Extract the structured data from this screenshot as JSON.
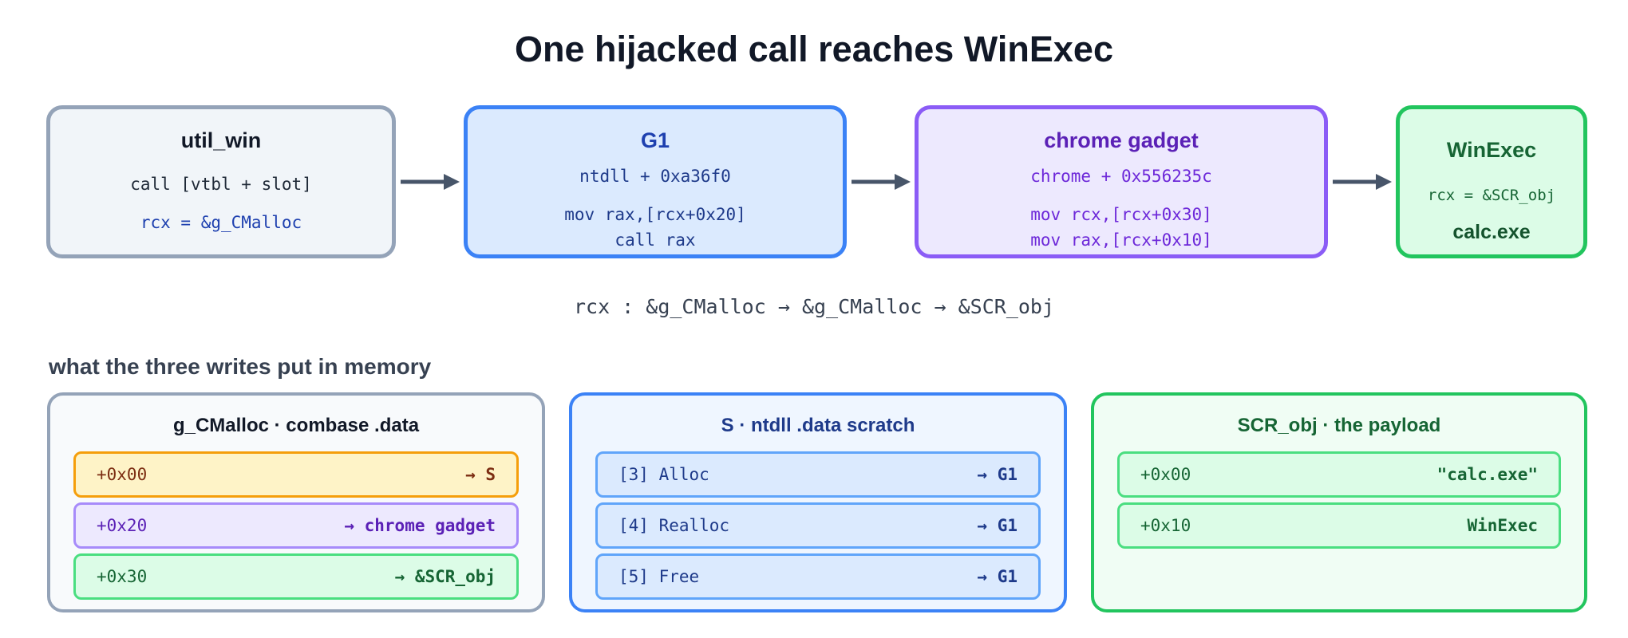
{
  "title": "One hijacked call reaches WinExec",
  "flow": [
    {
      "name": "util_win",
      "lines": [
        "call [vtbl + slot]",
        "rcx = &g_CMalloc"
      ]
    },
    {
      "name": "G1",
      "lines": [
        "ntdll + 0xa36f0",
        "mov rax,[rcx+0x20]",
        "call rax"
      ]
    },
    {
      "name": "chrome gadget",
      "lines": [
        "chrome + 0x556235c",
        "mov rcx,[rcx+0x30]",
        "mov rax,[rcx+0x10]"
      ]
    },
    {
      "name": "WinExec",
      "lines": [
        "rcx = &SCR_obj",
        "calc.exe"
      ]
    }
  ],
  "rcx_trace": "rcx : &g_CMalloc → &g_CMalloc → &SCR_obj",
  "memory": {
    "heading": "what the three writes put in memory",
    "panels": [
      {
        "title": "g_CMalloc · combase .data",
        "rows": [
          {
            "key": "+0x00",
            "value": "→ S"
          },
          {
            "key": "+0x20",
            "value": "→ chrome gadget"
          },
          {
            "key": "+0x30",
            "value": "→ &SCR_obj"
          }
        ]
      },
      {
        "title": "S · ntdll .data scratch",
        "rows": [
          {
            "key": "[3] Alloc",
            "value": "→ G1"
          },
          {
            "key": "[4] Realloc",
            "value": "→ G1"
          },
          {
            "key": "[5] Free",
            "value": "→ G1"
          }
        ]
      },
      {
        "title": "SCR_obj · the payload",
        "rows": [
          {
            "key": "+0x00",
            "value": "\"calc.exe\""
          },
          {
            "key": "+0x10",
            "value": "WinExec"
          }
        ]
      }
    ]
  },
  "colors": {
    "gray": "#94a3b8",
    "blue": "#3b82f6",
    "purple": "#8b5cf6",
    "green": "#22c55e",
    "orange": "#f59e0b",
    "arrow": "#475569"
  }
}
